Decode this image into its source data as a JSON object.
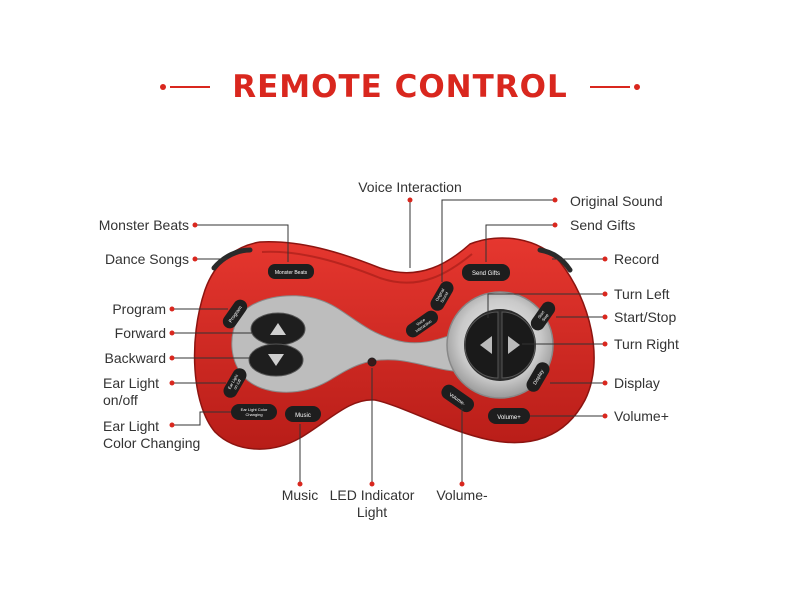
{
  "title": "REMOTE CONTROL",
  "colors": {
    "accent": "#d9271e",
    "body": "#d52a24",
    "button": "#1e1e1e",
    "panel": "#b9b9b9"
  },
  "callouts": {
    "voice_interaction": "Voice Interaction",
    "original_sound": "Original Sound",
    "send_gifts": "Send Gifts",
    "monster_beats": "Monster Beats",
    "dance_songs": "Dance Songs",
    "record": "Record",
    "program": "Program",
    "forward": "Forward",
    "backward": "Backward",
    "ear_light_onoff_line1": "Ear Light",
    "ear_light_onoff_line2": "on/off",
    "ear_light_color_line1": "Ear Light",
    "ear_light_color_line2": "Color Changing",
    "turn_left": "Turn Left",
    "start_stop": "Start/Stop",
    "turn_right": "Turn Right",
    "display": "Display",
    "volume_plus": "Volume+",
    "music": "Music",
    "led_line1": "LED Indicator",
    "led_line2": "Light",
    "volume_minus": "Volume-"
  },
  "buttons": {
    "monster_beats": "Monster Beats",
    "send_gifts": "Send Gifts",
    "original_sound_l1": "Original",
    "original_sound_l2": "Sound",
    "voice_l1": "Voice",
    "voice_l2": "Interaction",
    "program": "Program",
    "start_stop_l1": "Start",
    "start_stop_l2": "Stop",
    "ear_onoff_l1": "Ear Light",
    "ear_onoff_l2": "on /off",
    "display": "Display",
    "ear_color_l1": "Ear Light Color",
    "ear_color_l2": "Changing",
    "music": "Music",
    "volume_minus": "Volume-",
    "volume_plus": "Volume+"
  }
}
